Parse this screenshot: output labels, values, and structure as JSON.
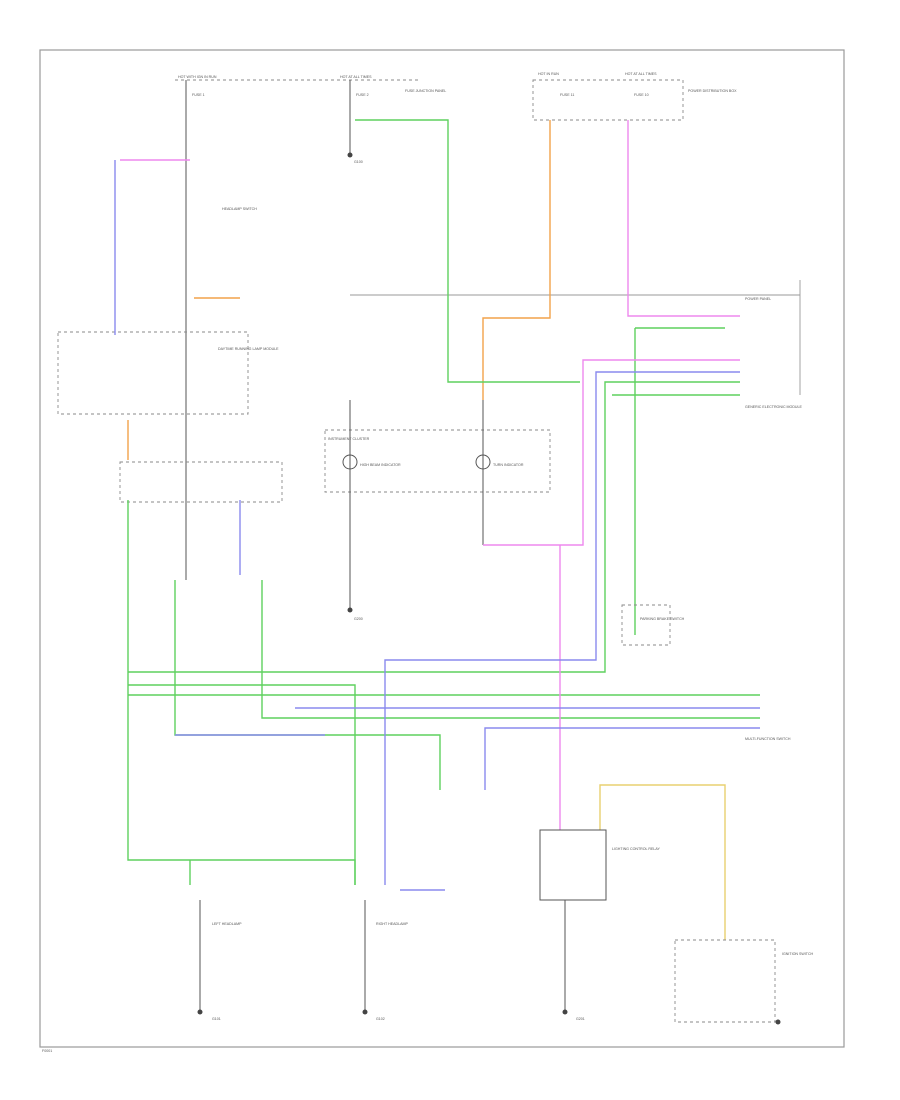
{
  "diagram": {
    "labels": [
      {
        "id": "t1",
        "text": "HOT WITH IGN IN RUN"
      },
      {
        "id": "t2",
        "text": "HOT AT ALL TIMES"
      },
      {
        "id": "t3",
        "text": "HOT IN RUN"
      },
      {
        "id": "t4",
        "text": "HOT AT ALL TIMES"
      },
      {
        "id": "f1",
        "text": "FUSE 1"
      },
      {
        "id": "f2",
        "text": "FUSE 2"
      },
      {
        "id": "f3",
        "text": "FUSE 11"
      },
      {
        "id": "f4",
        "text": "FUSE 10"
      },
      {
        "id": "pj",
        "text": "FUSE JUNCTION PANEL"
      },
      {
        "id": "pdb",
        "text": "POWER DISTRIBUTION BOX"
      },
      {
        "id": "ppb",
        "text": "POWER PANEL"
      },
      {
        "id": "hsw",
        "text": "HEADLAMP SWITCH"
      },
      {
        "id": "dh",
        "text": "DAYTIME RUNNING LAMP MODULE"
      },
      {
        "id": "ih",
        "text": "INSTRUMENT CLUSTER"
      },
      {
        "id": "hi",
        "text": "HIGH BEAM INDICATOR"
      },
      {
        "id": "ti",
        "text": "TURN INDICATOR"
      },
      {
        "id": "mfs",
        "text": "MULTI-FUNCTION SWITCH"
      },
      {
        "id": "lh",
        "text": "LEFT HEADLAMP"
      },
      {
        "id": "rh",
        "text": "RIGHT HEADLAMP"
      },
      {
        "id": "pbr",
        "text": "PARKING BRAKE SWITCH"
      },
      {
        "id": "lcr",
        "text": "LIGHTING CONTROL RELAY"
      },
      {
        "id": "ign",
        "text": "IGNITION SWITCH"
      },
      {
        "id": "gcu",
        "text": "GENERIC ELECTRONIC MODULE"
      },
      {
        "id": "g1",
        "text": "G100"
      },
      {
        "id": "g2",
        "text": "G200"
      },
      {
        "id": "g3",
        "text": "G101"
      },
      {
        "id": "g4",
        "text": "G102"
      },
      {
        "id": "g5",
        "text": "G201"
      },
      {
        "id": "ft",
        "text": "F0001"
      }
    ]
  }
}
